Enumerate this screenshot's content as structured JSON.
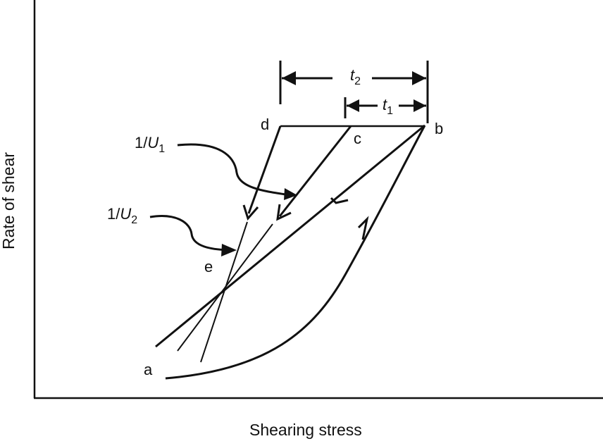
{
  "axes": {
    "x_label": "Shearing stress",
    "y_label": "Rate of shear"
  },
  "points": {
    "a": "a",
    "b": "b",
    "c": "c",
    "d": "d",
    "e": "e"
  },
  "intervals": {
    "t1_base": "t",
    "t1_sub": "1",
    "t2_base": "t",
    "t2_sub": "2"
  },
  "slopes": {
    "u1_prefix": "1/",
    "u1_base": "U",
    "u1_sub": "1",
    "u2_prefix": "1/",
    "u2_base": "U",
    "u2_sub": "2"
  },
  "colors": {
    "ink": "#111111",
    "background": "#ffffff"
  }
}
